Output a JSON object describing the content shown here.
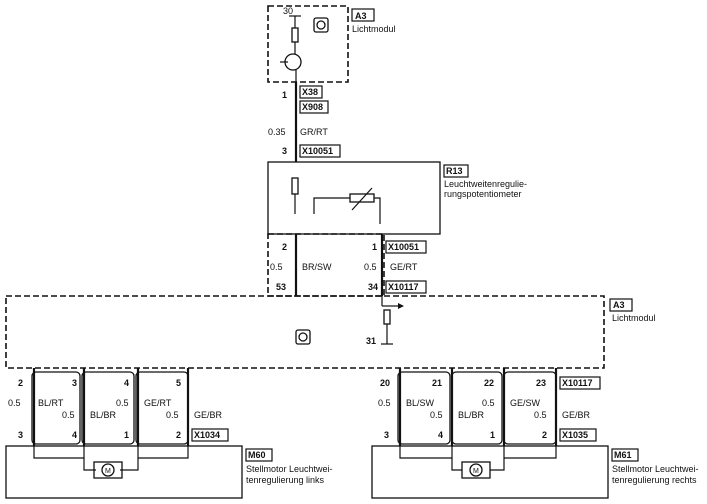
{
  "components": {
    "a3_top": {
      "code": "A3",
      "name": "Lichtmodul",
      "pin30": "30"
    },
    "a3_main": {
      "code": "A3",
      "name": "Lichtmodul",
      "pin31": "31"
    },
    "r13": {
      "code": "R13",
      "name_line1": "Leuchtweitenregulie-",
      "name_line2": "rungspotentiometer"
    },
    "m60": {
      "code": "M60",
      "name_line1": "Stellmotor Leuchtwei-",
      "name_line2": "tenregulierung links"
    },
    "m61": {
      "code": "M61",
      "name_line1": "Stellmotor Leuchtwei-",
      "name_line2": "tenregulierung rechts"
    }
  },
  "connectors": {
    "x38": "X38",
    "x908": "X908",
    "x10051_top": "X10051",
    "x10051_mid": "X10051",
    "x10117_mid": "X10117",
    "x10117_right": "X10117",
    "x1034": "X1034",
    "x1035": "X1035"
  },
  "wires": {
    "top": {
      "pin_a": "1",
      "pin_b": "3",
      "gauge": "0.35",
      "color": "GR/RT"
    },
    "r13_left": {
      "pin_top": "2",
      "pin_bottom": "53",
      "gauge": "0.5",
      "color": "BR/SW"
    },
    "r13_right": {
      "pin_top": "1",
      "pin_bottom": "34",
      "gauge": "0.5",
      "color": "GE/RT"
    },
    "left_group": [
      {
        "pin_top": "2",
        "pin_bottom": "3",
        "gauge": "0.5",
        "color": "BL/RT"
      },
      {
        "pin_top": "3",
        "pin_bottom": "4",
        "gauge": "0.5",
        "color": "BL/BR"
      },
      {
        "pin_top": "4",
        "pin_bottom": "1",
        "gauge": "0.5",
        "color": "GE/RT"
      },
      {
        "pin_top": "5",
        "pin_bottom": "2",
        "gauge": "0.5",
        "color": "GE/BR"
      }
    ],
    "right_group": [
      {
        "pin_top": "20",
        "pin_bottom": "3",
        "gauge": "0.5",
        "color": "BL/SW"
      },
      {
        "pin_top": "21",
        "pin_bottom": "4",
        "gauge": "0.5",
        "color": "BL/BR"
      },
      {
        "pin_top": "22",
        "pin_bottom": "1",
        "gauge": "0.5",
        "color": "GE/SW"
      },
      {
        "pin_top": "23",
        "pin_bottom": "2",
        "gauge": "0.5",
        "color": "GE/BR"
      }
    ]
  },
  "motor_symbol": "M"
}
